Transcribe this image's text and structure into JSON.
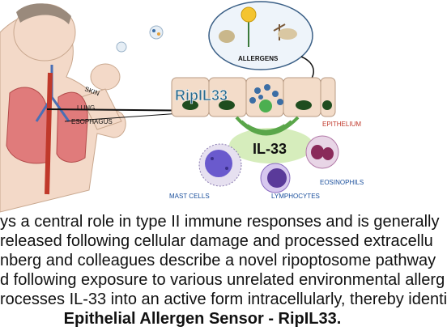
{
  "labels": {
    "allergens": "ALLERGENS",
    "ripil33": "RipIL33",
    "skin": "SKIN",
    "lung": "LUNG",
    "esophagus": "ESOPHAGUS",
    "epithelium": "EPITHELIUM",
    "il33": "IL-33",
    "mast_cells": "MAST CELLS",
    "lymphocytes": "LYMPHOCYTES",
    "eosinophils": "EOSINOPHILS"
  },
  "colors": {
    "ripil33_text": "#2b6a8c",
    "epithelium_text": "#c0392b",
    "cell_labels": "#1a4f9c",
    "lung": "#e07b7b",
    "nucleus": "#1f4d1f",
    "wifi": "#5aa64a",
    "il33_glow": "#cfeab0"
  },
  "caption": {
    "line1": "ys a central role in type II immune responses and is generally",
    "line2": "released following cellular damage and processed extracellu",
    "line3": "nberg and colleagues describe a novel ripoptosome pathway",
    "line4": "d following exposure to various unrelated environmental allerg",
    "line5": "rocesses IL-33 into an active form intracellularly, thereby identi",
    "line6": "Epithelial Allergen Sensor - RipIL33."
  }
}
